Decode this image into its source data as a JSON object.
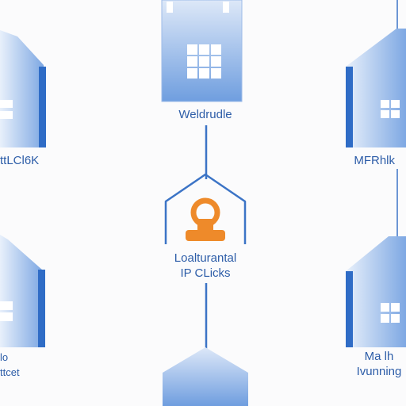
{
  "colors": {
    "building_light": "#c6d8f3",
    "building_mid": "#8ab0e6",
    "building_dark": "#4a82d4",
    "building_edge": "#2f6cc6",
    "window": "#ffffff",
    "connector": "#3c74c6",
    "hub_outline": "#3c74c6",
    "pin": "#ee8a2a",
    "label_text": "#2d5da8",
    "background": "#fbfbfc"
  },
  "nodes": {
    "top": {
      "label": "Weldrudle",
      "icon": "building-icon"
    },
    "top_left": {
      "label": "ttLCl6K",
      "icon": "building-icon"
    },
    "top_right": {
      "label": "MFRhlk",
      "icon": "building-icon"
    },
    "bottom_left": {
      "label_line1": "lo",
      "label_line2": "ttcet",
      "icon": "building-icon"
    },
    "bottom_right": {
      "label_line1": "Ma lh",
      "label_line2": "Ivunning",
      "icon": "building-icon"
    },
    "bottom": {
      "icon": "building-icon"
    }
  },
  "hub": {
    "label_line1": "Loalturantal",
    "label_line2": "IP CLicks",
    "icon": "location-pin-icon"
  }
}
